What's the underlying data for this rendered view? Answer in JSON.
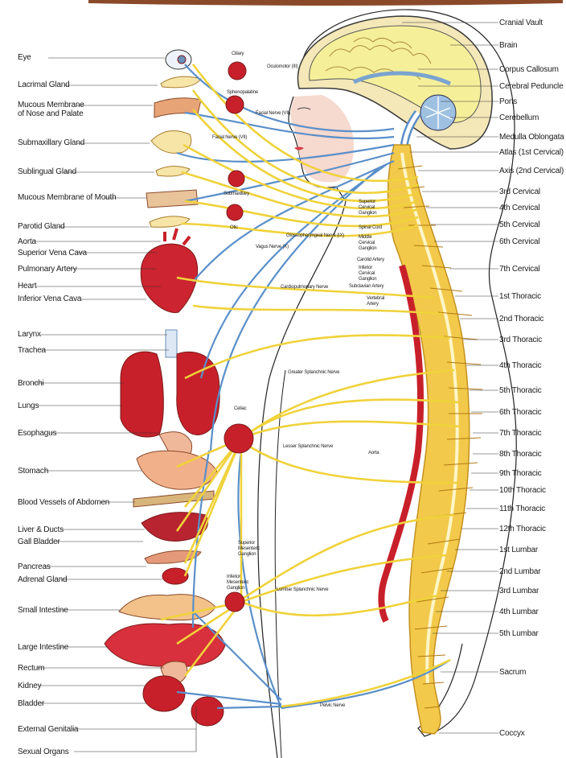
{
  "colors": {
    "nerve": "#f0d23a",
    "vagus": "#5a8fc9",
    "ganglion": "#c8202a",
    "spine": "#f2c94a",
    "artery": "#c8202a",
    "leader": "#333333"
  },
  "left_labels": [
    "Eye",
    "Lacrimal Gland",
    "Mucous Membrane\nof Nose and Palate",
    "Submaxillary Gland",
    "Sublingual Gland",
    "Mucous Membrane of Mouth",
    "Parotid Gland",
    "Aorta",
    "Superior Vena Cava",
    "Pulmonary Artery",
    "Heart",
    "Inferior Vena Cava",
    "Larynx",
    "Trachea",
    "Bronchi",
    "Lungs",
    "Esophagus",
    "Stomach",
    "Blood Vessels of Abdomen",
    "Liver & Ducts",
    "Gall Bladder",
    "Pancreas",
    "Adrenal Gland",
    "Small Intestine",
    "Large Intestine",
    "Rectum",
    "Kidney",
    "Bladder",
    "External Genitalia",
    "Sexual Organs"
  ],
  "right_labels": [
    "Cranial Vault",
    "Brain",
    "Corpus Callosum",
    "Cerebral Peduncle",
    "Pons",
    "Cerebellum",
    "Medulla Oblongata",
    "Atlas (1st Cervical)",
    "Axis (2nd Cervical)",
    "3rd Cervical",
    "4th Cervical",
    "5th Cervical",
    "6th Cervical",
    "7th Cervical",
    "1st Thoracic",
    "2nd Thoracic",
    "3rd Thoracic",
    "4th Thoracic",
    "5th Thoracic",
    "6th Thoracic",
    "7th Thoracic",
    "8th Thoracic",
    "9th Thoracic",
    "10th Thoracic",
    "11th Thoracic",
    "12th Thoracic",
    "1st Lumbar",
    "2nd Lumbar",
    "3rd Lumbar",
    "4th Lumbar",
    "5th Lumbar",
    "Sacrum",
    "Coccyx"
  ],
  "inner_labels": [
    "Ciliary",
    "Oculomotor (III)",
    "Sphenopalatine",
    "Facial Nerve (VII)",
    "Facial Nerve (VII)",
    "Submaxillary",
    "Otic",
    "Glossopharyngeal Nerve (IX)",
    "Vagus Nerve (X)",
    "Cardiopulmonary Nerve",
    "Superior\nCervical\nGanglion",
    "Spinal Cord",
    "Middle\nCervical\nGanglion",
    "Carotid Artery",
    "Inferior\nCervical\nGanglion",
    "Subclavian Artery",
    "Vertebral\nArtery",
    "Greater Splanchnic Nerve",
    "Celiac",
    "Lesser Splanchnic Nerve",
    "Aorta",
    "Superior\nMesenteric\nGanglion",
    "Inferior\nMesenteric\nGanglion",
    "Lumbar Splanchnic Nerve",
    "Pelvic Nerve"
  ]
}
